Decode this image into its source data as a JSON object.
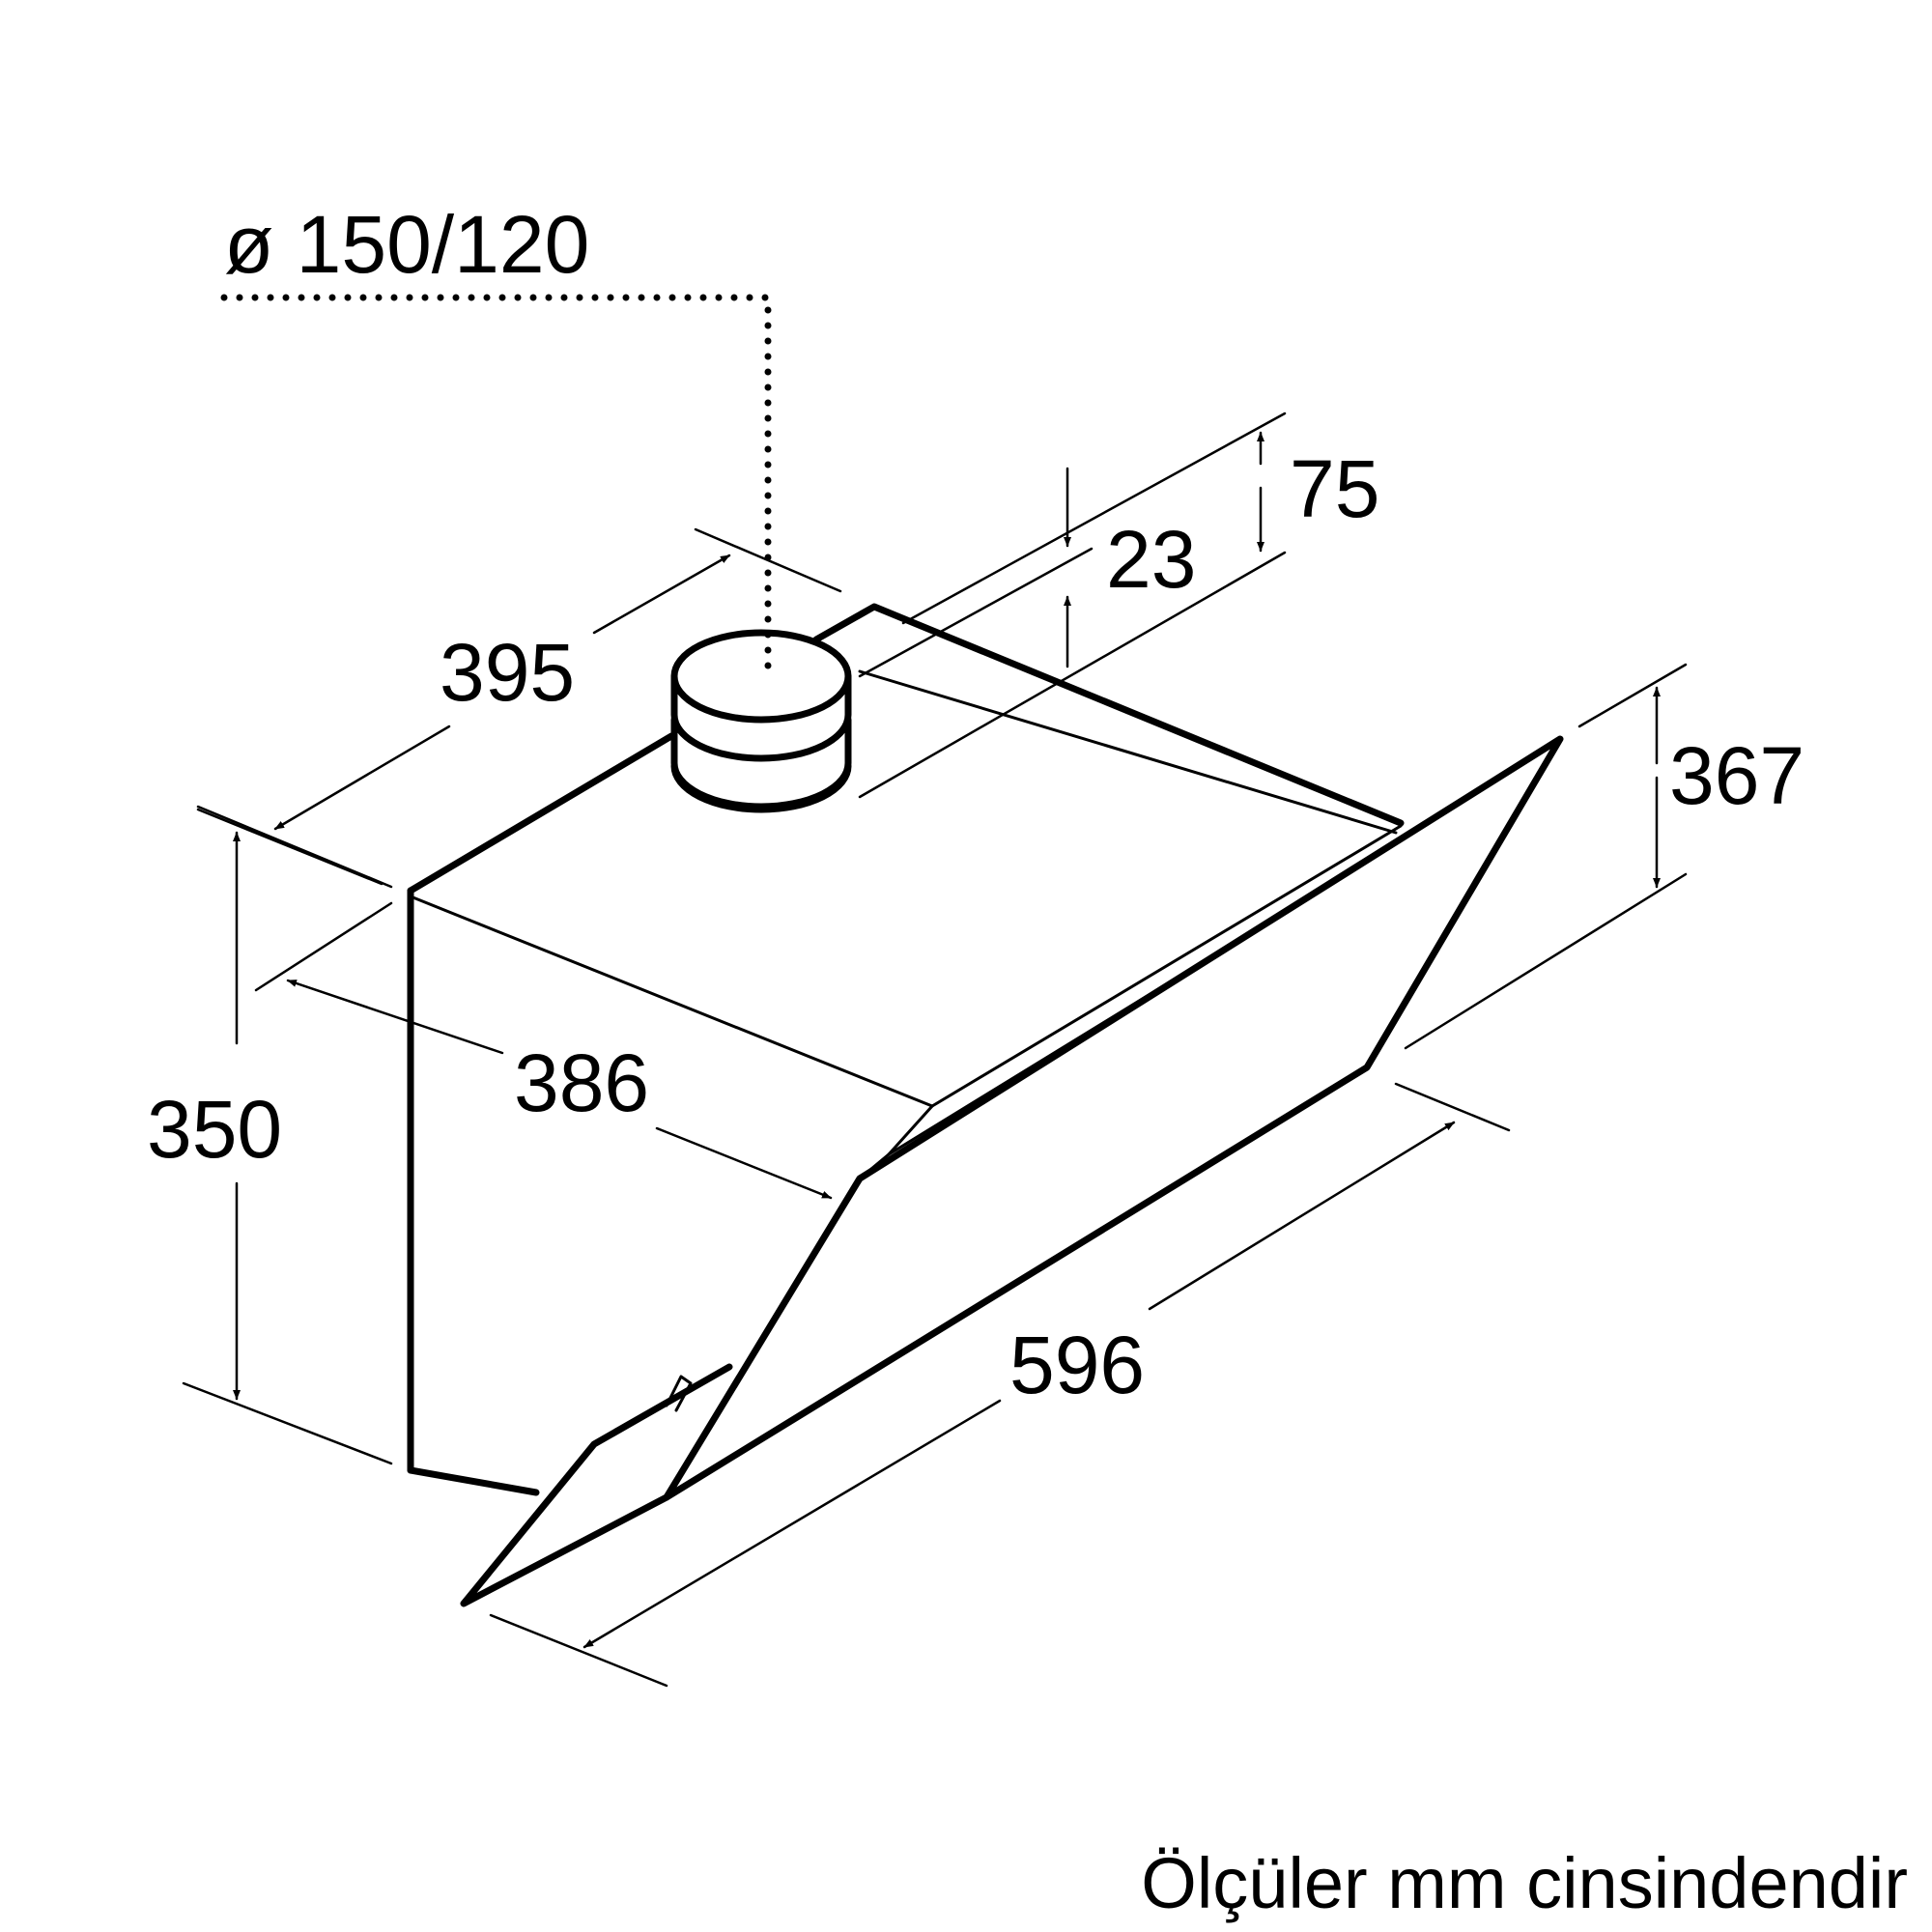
{
  "diagram": {
    "dimensions": {
      "duct_diameter": "ø 150/120",
      "depth_top": "395",
      "depth_side": "386",
      "height_body": "350",
      "width": "596",
      "glass_height": "367",
      "rear_offset_75": "75",
      "rear_offset_23": "23"
    },
    "footnote": "Ölçüler mm cinsindendir"
  }
}
